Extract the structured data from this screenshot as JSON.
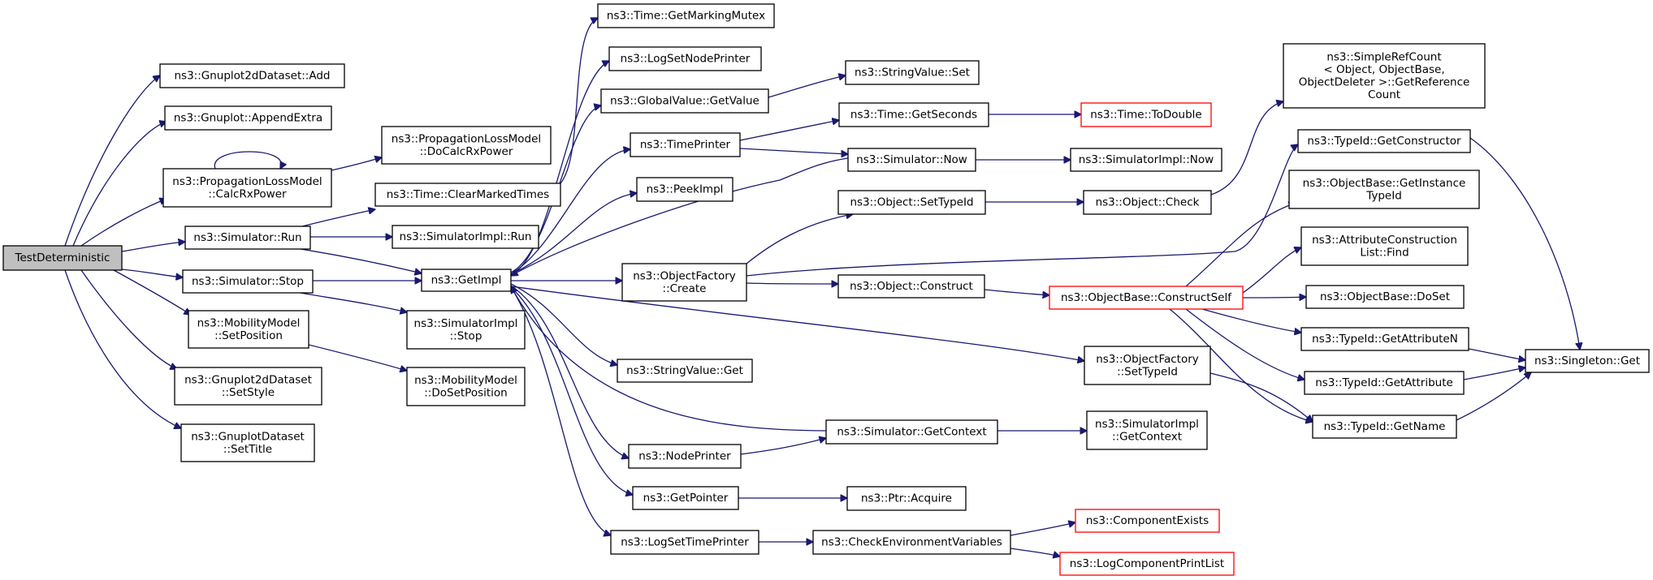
{
  "graph": {
    "colors": {
      "edge": "#191970",
      "box": "#000000",
      "truncated": "#ff0000",
      "root_fill": "#bfbfbf"
    },
    "nodes": [
      {
        "id": "test",
        "root": true,
        "lines": [
          "TestDeterministic"
        ]
      },
      {
        "id": "gp2dadd",
        "lines": [
          "ns3::Gnuplot2dDataset::Add"
        ]
      },
      {
        "id": "gpappend",
        "lines": [
          "ns3::Gnuplot::AppendExtra"
        ]
      },
      {
        "id": "plmcalc",
        "lines": [
          "ns3::PropagationLossModel",
          "::CalcRxPower"
        ]
      },
      {
        "id": "simrun",
        "lines": [
          "ns3::Simulator::Run"
        ]
      },
      {
        "id": "simstop",
        "lines": [
          "ns3::Simulator::Stop"
        ]
      },
      {
        "id": "mobset",
        "lines": [
          "ns3::MobilityModel",
          "::SetPosition"
        ]
      },
      {
        "id": "gp2dstyle",
        "lines": [
          "ns3::Gnuplot2dDataset",
          "::SetStyle"
        ]
      },
      {
        "id": "gpdstitle",
        "lines": [
          "ns3::GnuplotDataset",
          "::SetTitle"
        ]
      },
      {
        "id": "plmdocalc",
        "lines": [
          "ns3::PropagationLossModel",
          "::DoCalcRxPower"
        ]
      },
      {
        "id": "timeclear",
        "lines": [
          "ns3::Time::ClearMarkedTimes"
        ]
      },
      {
        "id": "simimplrun",
        "lines": [
          "ns3::SimulatorImpl::Run"
        ]
      },
      {
        "id": "getimpl",
        "lines": [
          "ns3::GetImpl"
        ]
      },
      {
        "id": "simimplstop",
        "lines": [
          "ns3::SimulatorImpl",
          "::Stop"
        ]
      },
      {
        "id": "mobdoset",
        "lines": [
          "ns3::MobilityModel",
          "::DoSetPosition"
        ]
      },
      {
        "id": "timemutex",
        "lines": [
          "ns3::Time::GetMarkingMutex"
        ]
      },
      {
        "id": "lognode",
        "lines": [
          "ns3::LogSetNodePrinter"
        ]
      },
      {
        "id": "gvget",
        "lines": [
          "ns3::GlobalValue::GetValue"
        ]
      },
      {
        "id": "timeprinter",
        "lines": [
          "ns3::TimePrinter"
        ]
      },
      {
        "id": "peekimpl",
        "lines": [
          "ns3::PeekImpl"
        ]
      },
      {
        "id": "objfcreate",
        "lines": [
          "ns3::ObjectFactory",
          "::Create"
        ]
      },
      {
        "id": "strvalget",
        "lines": [
          "ns3::StringValue::Get"
        ]
      },
      {
        "id": "nodeprinter",
        "lines": [
          "ns3::NodePrinter"
        ]
      },
      {
        "id": "getpointer",
        "lines": [
          "ns3::GetPointer"
        ]
      },
      {
        "id": "logtime",
        "lines": [
          "ns3::LogSetTimePrinter"
        ]
      },
      {
        "id": "strvalset",
        "lines": [
          "ns3::StringValue::Set"
        ]
      },
      {
        "id": "timegetsec",
        "lines": [
          "ns3::Time::GetSeconds"
        ]
      },
      {
        "id": "simnow",
        "lines": [
          "ns3::Simulator::Now"
        ]
      },
      {
        "id": "objsettype",
        "lines": [
          "ns3::Object::SetTypeId"
        ]
      },
      {
        "id": "objconstruct",
        "lines": [
          "ns3::Object::Construct"
        ]
      },
      {
        "id": "simgetctx",
        "lines": [
          "ns3::Simulator::GetContext"
        ]
      },
      {
        "id": "ptracquire",
        "lines": [
          "ns3::Ptr::Acquire"
        ]
      },
      {
        "id": "checkenv",
        "lines": [
          "ns3::CheckEnvironmentVariables"
        ]
      },
      {
        "id": "timetodouble",
        "red": true,
        "lines": [
          "ns3::Time::ToDouble"
        ]
      },
      {
        "id": "simimplnow",
        "lines": [
          "ns3::SimulatorImpl::Now"
        ]
      },
      {
        "id": "objcheck",
        "lines": [
          "ns3::Object::Check"
        ]
      },
      {
        "id": "objbaseconstruct",
        "red": true,
        "lines": [
          "ns3::ObjectBase::ConstructSelf"
        ]
      },
      {
        "id": "objfsettype",
        "lines": [
          "ns3::ObjectFactory",
          "::SetTypeId"
        ]
      },
      {
        "id": "simimplctx",
        "lines": [
          "ns3::SimulatorImpl",
          "::GetContext"
        ]
      },
      {
        "id": "compexists",
        "red": true,
        "lines": [
          "ns3::ComponentExists"
        ]
      },
      {
        "id": "logcompprint",
        "red": true,
        "lines": [
          "ns3::LogComponentPrintList"
        ]
      },
      {
        "id": "srcget",
        "lines": [
          "ns3::SimpleRefCount",
          "< Object, ObjectBase,",
          "ObjectDeleter >::GetReference",
          "Count"
        ]
      },
      {
        "id": "tidgetctor",
        "lines": [
          "ns3::TypeId::GetConstructor"
        ]
      },
      {
        "id": "objbasegettid",
        "lines": [
          "ns3::ObjectBase::GetInstance",
          "TypeId"
        ]
      },
      {
        "id": "attrfind",
        "lines": [
          "ns3::AttributeConstruction",
          "List::Find"
        ]
      },
      {
        "id": "objbasedoset",
        "lines": [
          "ns3::ObjectBase::DoSet"
        ]
      },
      {
        "id": "tidgetattrn",
        "lines": [
          "ns3::TypeId::GetAttributeN"
        ]
      },
      {
        "id": "tidgetattr",
        "lines": [
          "ns3::TypeId::GetAttribute"
        ]
      },
      {
        "id": "tidgetname",
        "lines": [
          "ns3::TypeId::GetName"
        ]
      },
      {
        "id": "singletonget",
        "lines": [
          "ns3::Singleton::Get"
        ]
      }
    ]
  }
}
